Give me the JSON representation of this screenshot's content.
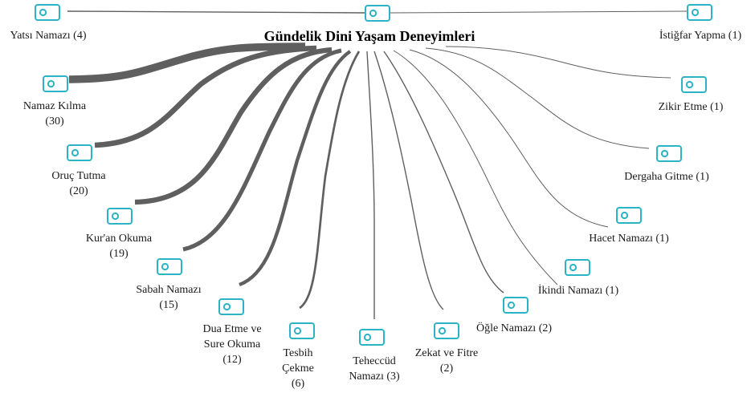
{
  "diagram": {
    "title": "Gündelik Dini Yaşam Deneyimleri",
    "colors": {
      "edge": "#5f5f5f",
      "icon": "#2bb3c6"
    },
    "icon_name": "code-node-icon",
    "nodes": [
      {
        "id": "yatsi",
        "lines": [
          "Yatsı Namazı (4)"
        ],
        "weight": 4
      },
      {
        "id": "namaz",
        "lines": [
          "Namaz Kılma",
          "(30)"
        ],
        "weight": 30
      },
      {
        "id": "oruc",
        "lines": [
          "Oruç Tutma",
          "(20)"
        ],
        "weight": 20
      },
      {
        "id": "kuran",
        "lines": [
          "Kur'an Okuma",
          "(19)"
        ],
        "weight": 19
      },
      {
        "id": "sabah",
        "lines": [
          "Sabah Namazı",
          "(15)"
        ],
        "weight": 15
      },
      {
        "id": "dua",
        "lines": [
          "Dua Etme ve",
          "Sure Okuma",
          "(12)"
        ],
        "weight": 12
      },
      {
        "id": "tesbih",
        "lines": [
          "Tesbih",
          "Çekme",
          "(6)"
        ],
        "weight": 6
      },
      {
        "id": "teheccud",
        "lines": [
          "Teheccüd",
          "Namazı (3)"
        ],
        "weight": 3
      },
      {
        "id": "zekat",
        "lines": [
          "Zekat ve Fitre",
          "(2)"
        ],
        "weight": 2
      },
      {
        "id": "ogle",
        "lines": [
          "Öğle Namazı (2)"
        ],
        "weight": 2
      },
      {
        "id": "ikindi",
        "lines": [
          "İkindi Namazı (1)"
        ],
        "weight": 1
      },
      {
        "id": "hacet",
        "lines": [
          "Hacet Namazı (1)"
        ],
        "weight": 1
      },
      {
        "id": "dergah",
        "lines": [
          "Dergaha Gitme (1)"
        ],
        "weight": 1
      },
      {
        "id": "zikir",
        "lines": [
          "Zikir Etme (1)"
        ],
        "weight": 1
      },
      {
        "id": "istigfar",
        "lines": [
          "İstiğfar Yapma (1)"
        ],
        "weight": 1
      }
    ]
  }
}
